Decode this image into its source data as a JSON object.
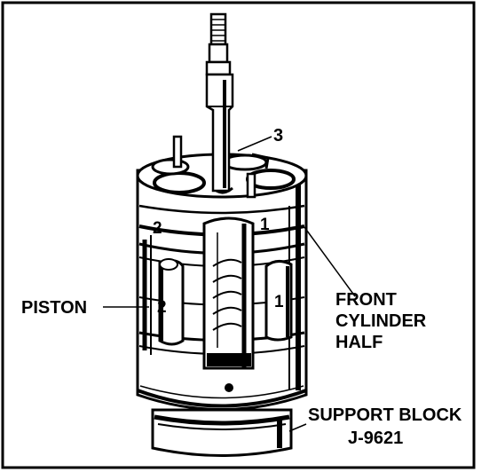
{
  "diagram": {
    "callouts": {
      "shaft_ref": "3",
      "piston": "PISTON",
      "front_cylinder_line1": "FRONT",
      "front_cylinder_line2": "CYLINDER",
      "front_cylinder_line3": "HALF",
      "support_block_line1": "SUPPORT BLOCK",
      "support_block_line2": "J-9621"
    },
    "bore_numbers": {
      "upper_left": "2",
      "upper_right": "1",
      "lower_left": "2",
      "lower_right": "1"
    }
  }
}
